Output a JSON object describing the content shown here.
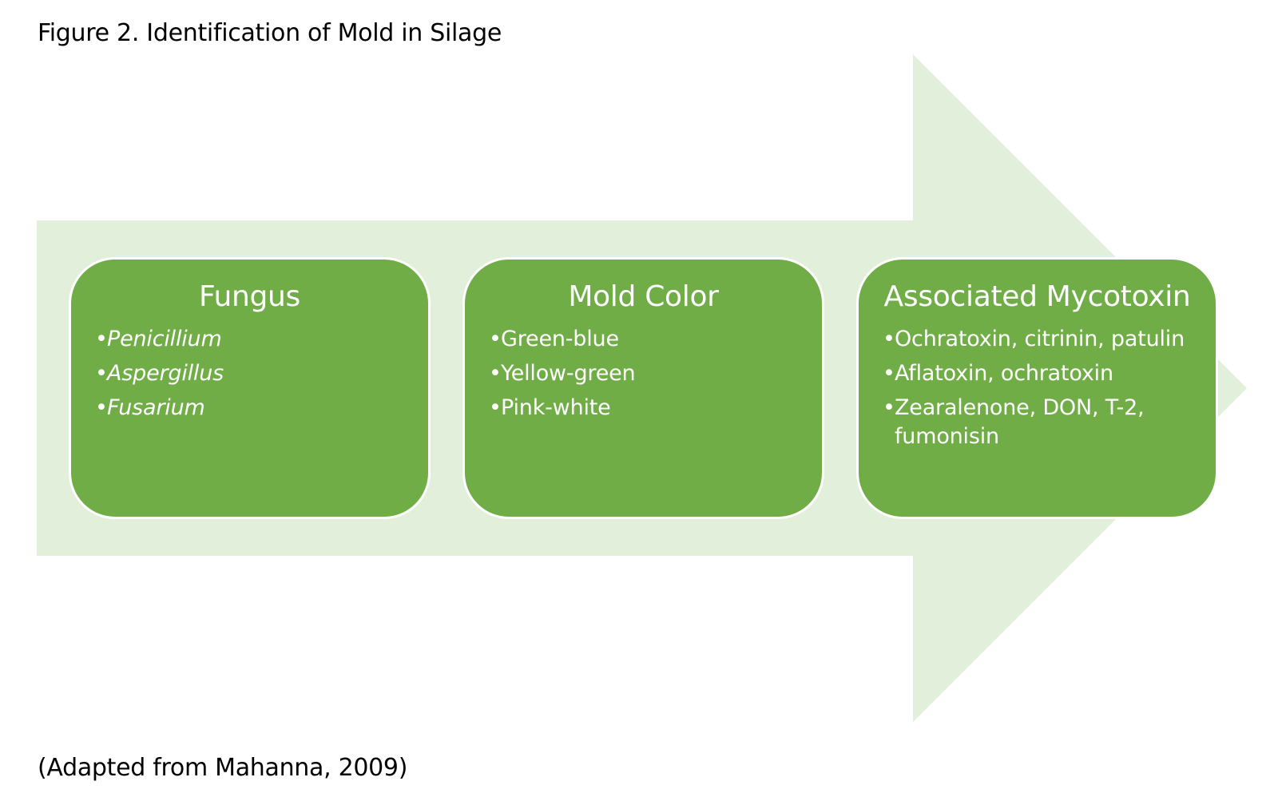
{
  "figure": {
    "title": "Figure 2. Identification of Mold in Silage",
    "caption": "(Adapted from Mahanna, 2009)"
  },
  "colors": {
    "arrow_fill": "#e2efda",
    "box_fill": "#70ad47",
    "box_border": "#ffffff",
    "box_text": "#ffffff"
  },
  "steps": [
    {
      "title": "Fungus",
      "items": [
        "Penicillium",
        "Aspergillus",
        "Fusarium"
      ]
    },
    {
      "title": "Mold Color",
      "items": [
        "Green-blue",
        "Yellow-green",
        "Pink-white"
      ]
    },
    {
      "title": "Associated Mycotoxin",
      "items": [
        "Ochratoxin, citrinin, patulin",
        "Aflatoxin, ochratoxin",
        "Zearalenone, DON, T-2, fumonisin"
      ]
    }
  ]
}
